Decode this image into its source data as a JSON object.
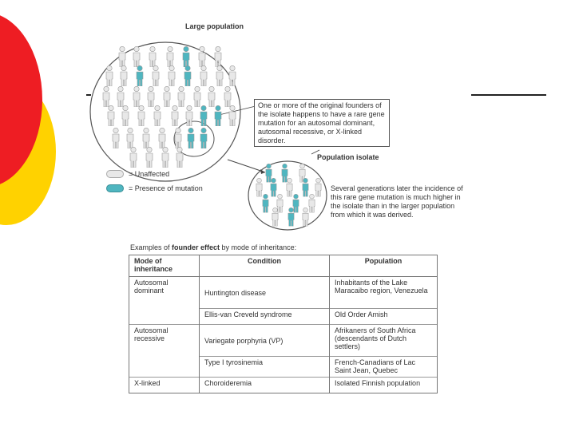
{
  "diagram": {
    "title_large": "Large population",
    "callout_text": "One or more of the original founders of the isolate happens to have a rare gene mutation for an autosomal dominant, autosomal recessive, or X-linked disorder.",
    "title_isolate": "Population isolate",
    "isolate_text": "Several generations later the incidence of this rare gene mutation is much higher in the isolate than in the larger population from which it was derived.",
    "legend": {
      "unaffected": "= Unaffected",
      "mutation": "= Presence of mutation"
    },
    "colors": {
      "accent_red": "#ee1d23",
      "accent_yellow": "#ffd200",
      "unaffected_fill": "#e8e8e8",
      "mutation_fill": "#4fb6c0"
    }
  },
  "table": {
    "caption_pre": "Examples of ",
    "caption_bold": "founder effect",
    "caption_post": " by mode of inheritance:",
    "headers": {
      "mode": "Mode of inheritance",
      "condition": "Condition",
      "population": "Population"
    },
    "rows": [
      {
        "mode": "Autosomal dominant",
        "condition": "Huntington disease",
        "population": "Inhabitants of the Lake Maracaibo region, Venezuela"
      },
      {
        "mode": "",
        "condition": "Ellis-van Creveld syndrome",
        "population": "Old Order Amish"
      },
      {
        "mode": "Autosomal recessive",
        "condition": "Variegate porphyria (VP)",
        "population": "Afrikaners of South Africa (descendants of Dutch settlers)"
      },
      {
        "mode": "",
        "condition": "Type I tyrosinemia",
        "population": "French-Canadians of Lac Saint Jean, Quebec"
      },
      {
        "mode": "X-linked",
        "condition": "Choroideremia",
        "population": "Isolated Finnish population"
      }
    ]
  }
}
